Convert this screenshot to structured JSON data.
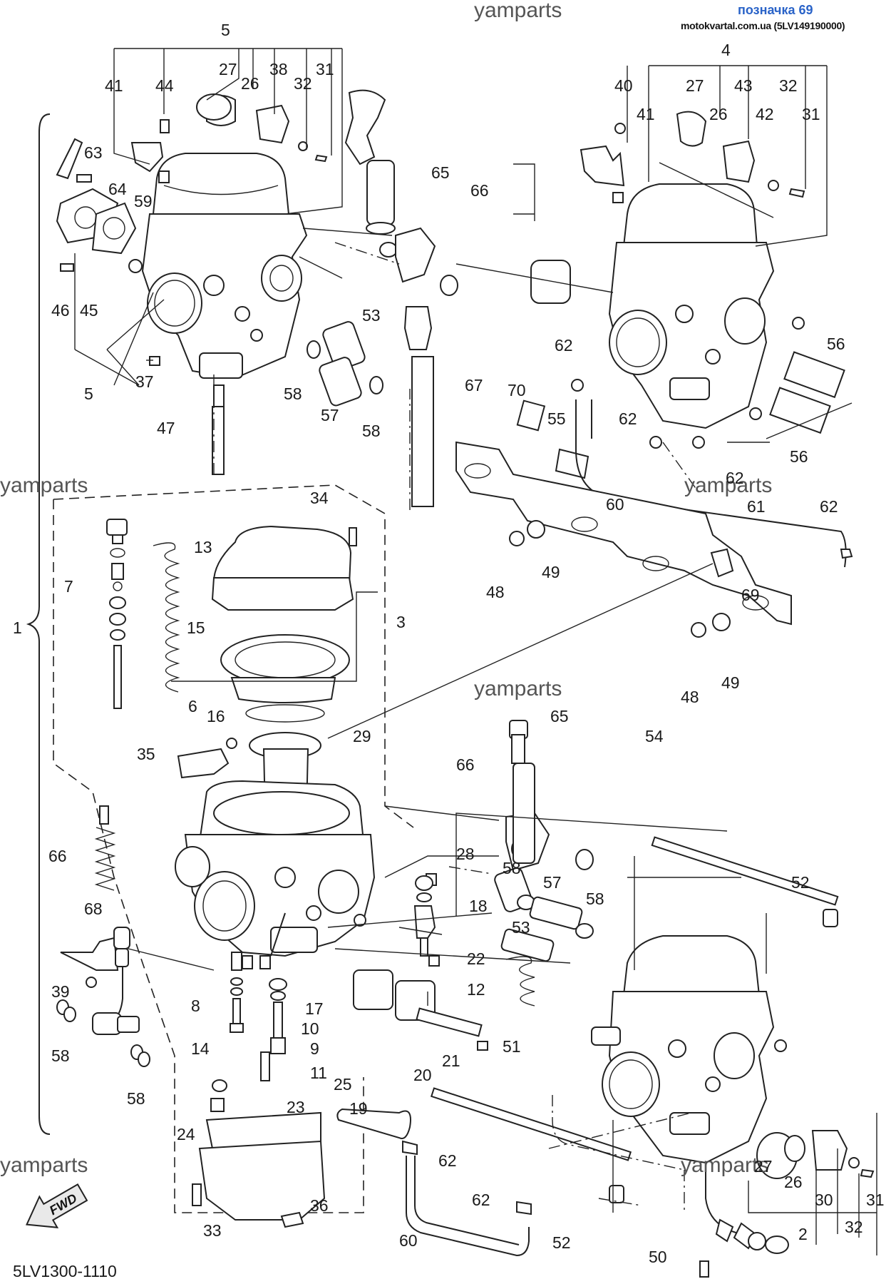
{
  "header": {
    "watermark_top": "yamparts",
    "badge": "позначка 69",
    "site": "motokvartal.com.ua (5LV149190000)"
  },
  "watermarks": [
    "yamparts",
    "yamparts",
    "yamparts",
    "yamparts",
    "yamparts",
    "yamparts"
  ],
  "footer": {
    "diagram_code": "5LV1300-1110",
    "fwd_label": "FWD"
  },
  "callouts": [
    "5",
    "27",
    "26",
    "38",
    "32",
    "31",
    "41",
    "44",
    "63",
    "64",
    "59",
    "46",
    "45",
    "5",
    "37",
    "47",
    "65",
    "53",
    "58",
    "57",
    "58",
    "67",
    "4",
    "40",
    "27",
    "26",
    "43",
    "42",
    "32",
    "31",
    "41",
    "66",
    "62",
    "56",
    "70",
    "55",
    "62",
    "56",
    "62",
    "60",
    "61",
    "62",
    "69",
    "48",
    "49",
    "48",
    "49",
    "34",
    "7",
    "13",
    "15",
    "3",
    "6",
    "16",
    "1",
    "35",
    "29",
    "66",
    "65",
    "54",
    "66",
    "28",
    "18",
    "58",
    "57",
    "58",
    "52",
    "53",
    "22",
    "68",
    "8",
    "17",
    "12",
    "10",
    "9",
    "51",
    "21",
    "39",
    "14",
    "11",
    "25",
    "20",
    "58",
    "58",
    "23",
    "19",
    "24",
    "62",
    "36",
    "33",
    "62",
    "60",
    "52",
    "27",
    "26",
    "30",
    "31",
    "2",
    "32",
    "50"
  ]
}
